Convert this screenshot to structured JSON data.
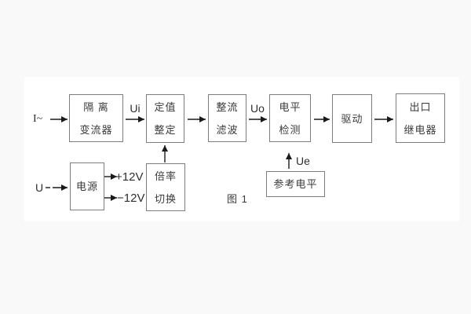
{
  "labels": {
    "input_current": "I~",
    "input_voltage": "U",
    "ui": "Ui",
    "uo": "Uo",
    "ue": "Ue",
    "plus_12v": "+12V",
    "minus_12v": "−12V",
    "figure_caption": "图 1"
  },
  "blocks": {
    "isolation_transformer": {
      "lines": [
        "隔 离",
        "变流器"
      ]
    },
    "setting_adjust": {
      "lines": [
        "定值",
        "整定"
      ]
    },
    "rectify_filter": {
      "lines": [
        "整流",
        "滤波"
      ]
    },
    "level_detect": {
      "lines": [
        "电平",
        "检测"
      ]
    },
    "drive": {
      "lines": [
        "驱动"
      ]
    },
    "output_relay": {
      "lines": [
        "出口",
        "继电器"
      ]
    },
    "power_supply": {
      "lines": [
        "电源"
      ]
    },
    "ratio_switch": {
      "lines": [
        "倍率",
        "切换"
      ]
    },
    "reference_level": {
      "lines": [
        "参考电平"
      ]
    }
  },
  "colors": {
    "page_bg": "#f9f9f9",
    "panel_bg": "#ffffff",
    "box_border": "#7d7d7d",
    "text": "#3a3a3a",
    "arrow": "#1a1a1a"
  }
}
